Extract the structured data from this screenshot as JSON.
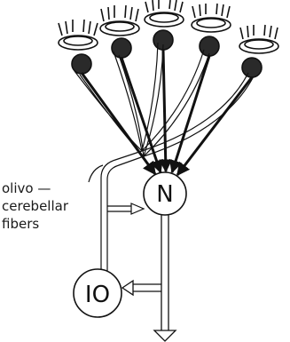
{
  "labels": {
    "nucleus": "N",
    "inferior_olive": "IO",
    "fiber_line1": "olivo —",
    "fiber_line2": "cerebellar",
    "fiber_line3": "fibers"
  },
  "colors": {
    "ink": "#111111",
    "soma": "#2a2a2a",
    "background": "#ffffff"
  },
  "icons": [
    "purkinje-cell-icon",
    "climbing-fiber-icon",
    "arrow-down-icon",
    "arrow-left-icon"
  ]
}
